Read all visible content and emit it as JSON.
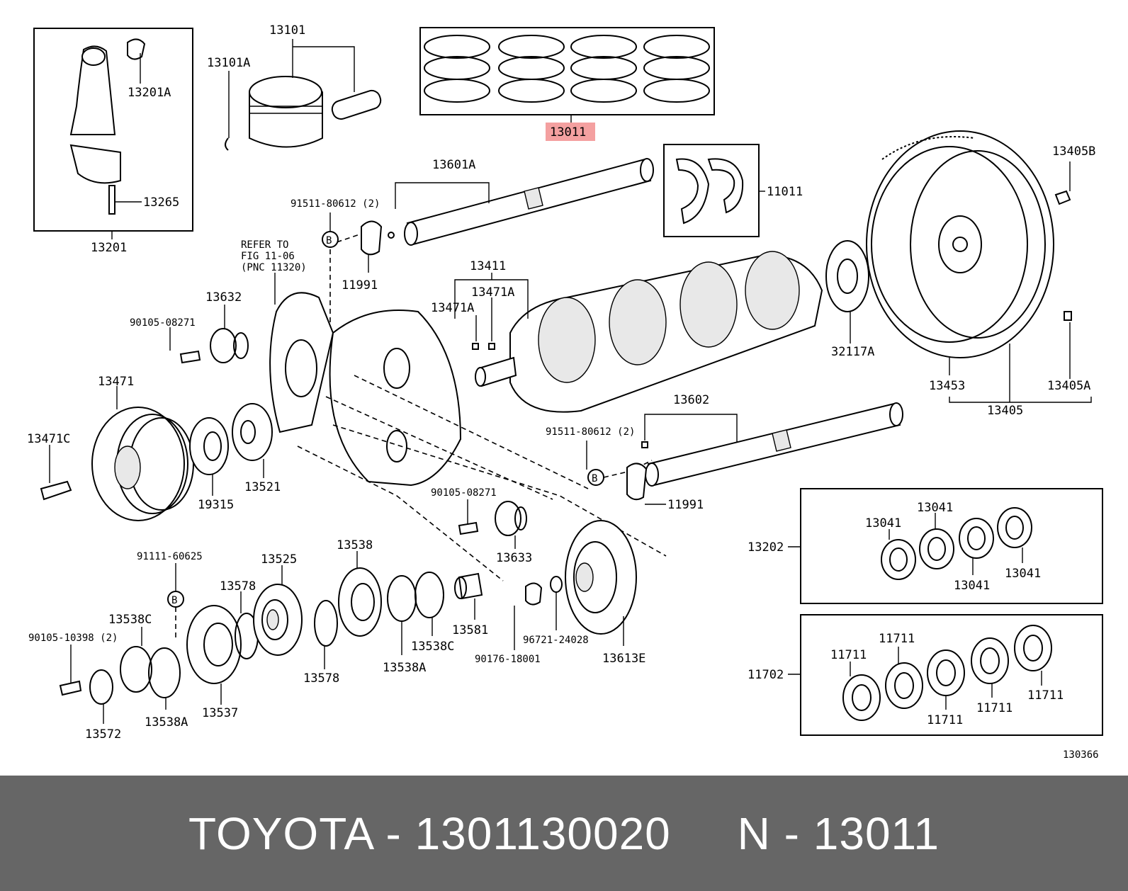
{
  "labels": {
    "l13101": "13101",
    "l13101A": "13101A",
    "l13201A": "13201A",
    "l13265": "13265",
    "l13201": "13201",
    "l13011": "13011",
    "l13601A": "13601A",
    "l11011": "11011",
    "l13405B": "13405B",
    "l91511a": "91511-80612 (2)",
    "lReferTo": "REFER TO",
    "lFig": "FIG 11-06",
    "lPnc": "(PNC 11320)",
    "l11991a": "11991",
    "l13411": "13411",
    "l13471A1": "13471A",
    "l13471A2": "13471A",
    "l13632": "13632",
    "l90105a": "90105-08271",
    "l32117A": "32117A",
    "l13453": "13453",
    "l13405A": "13405A",
    "l13405": "13405",
    "l13471": "13471",
    "l13602": "13602",
    "l13471C": "13471C",
    "l91511b": "91511-80612 (2)",
    "l19315": "19315",
    "l13521": "13521",
    "l11991b": "11991",
    "l90105b": "90105-08271",
    "l13633": "13633",
    "l13202": "13202",
    "l13041a": "13041",
    "l13041b": "13041",
    "l13041c": "13041",
    "l13041d": "13041",
    "l91111": "91111-60625",
    "l13525": "13525",
    "l13538": "13538",
    "l13578a": "13578",
    "l13538C1": "13538C",
    "l13581": "13581",
    "l96721": "96721-24028",
    "l13538C2": "13538C",
    "l90176": "90176-18001",
    "l13613E": "13613E",
    "l90105c": "90105-10398 (2)",
    "l13578b": "13578",
    "l13538A1": "13538A",
    "l13537": "13537",
    "l13538A2": "13538A",
    "l13572": "13572",
    "l11702": "11702",
    "l11711a": "11711",
    "l11711b": "11711",
    "l11711c": "11711",
    "l11711d": "11711",
    "l11711e": "11711",
    "l130366": "130366",
    "bolt_b1": "B",
    "bolt_b2": "B",
    "bolt_b3": "B"
  },
  "footer": {
    "text": "TOYOTA - 1301130020     N - 13011"
  },
  "colors": {
    "highlight": "#f4a0a0",
    "footer_bg": "#666666",
    "footer_text": "#ffffff"
  }
}
